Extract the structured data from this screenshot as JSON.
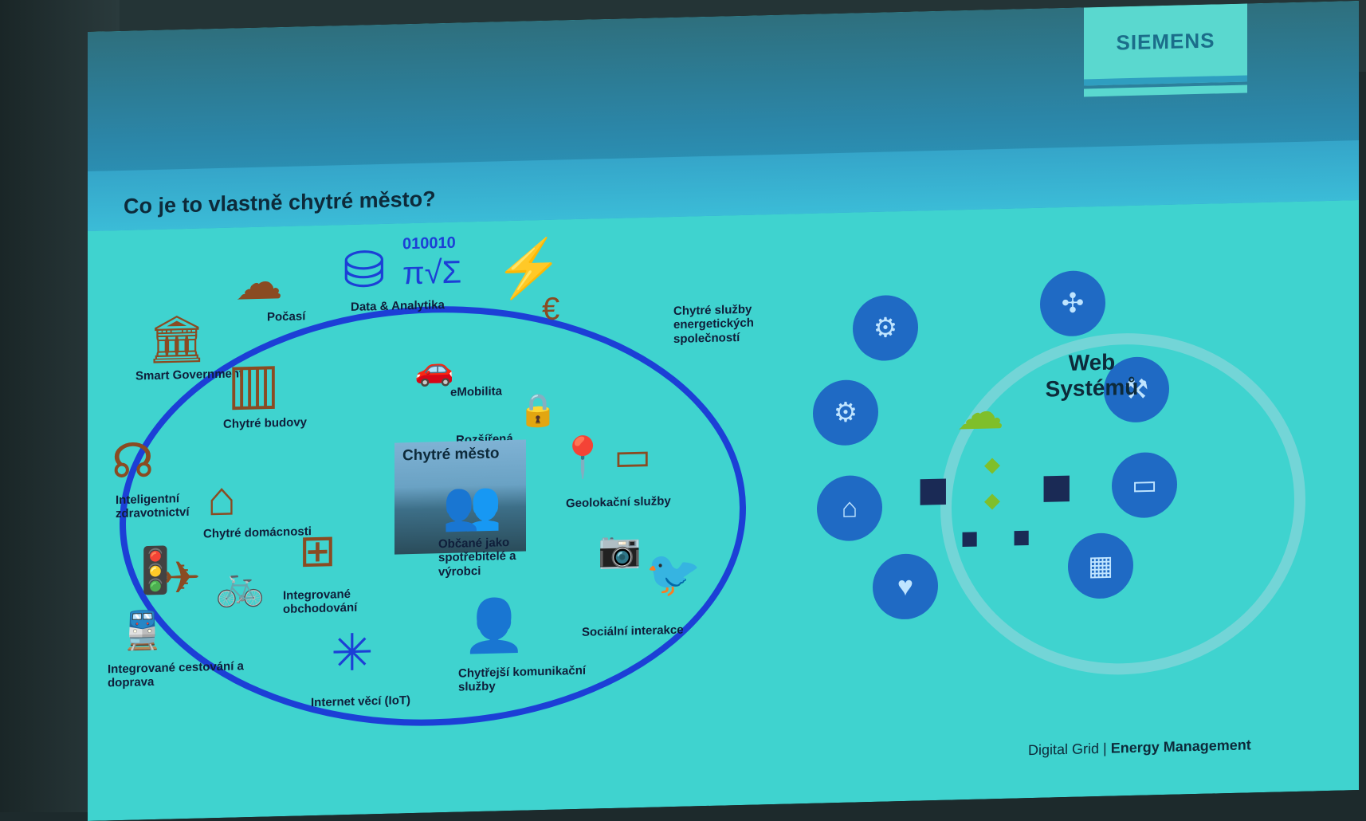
{
  "header": {
    "brand": "SIEMENS",
    "title": "Co je to vlastně chytré město?"
  },
  "center": {
    "label": "Chytré město"
  },
  "labels": {
    "weather": "Počasí",
    "data": "Data & Analytika",
    "binary": "010010",
    "energy": "Chytré služby energetických společností",
    "gov": "Smart Government",
    "buildings": "Chytré budovy",
    "emobility": "eMobilita",
    "security": "Rozšířená bezpečnost",
    "health": "Inteligentní zdravotnictví",
    "homes": "Chytré domácnosti",
    "geo": "Geolokační služby",
    "citizens": "Občané jako spotřebitelé a výrobci",
    "commerce": "Integrované obchodování",
    "travel": "Integrované cestování a doprava",
    "iot": "Internet věcí (IoT)",
    "comm": "Chytřejší komunikační služby",
    "social": "Sociální interakce"
  },
  "web": {
    "title_line1": "Web",
    "title_line2": "Systémů"
  },
  "footer": {
    "left": "Digital Grid",
    "right": "Energy Management"
  },
  "icons": [
    "sun-cloud-icon",
    "database-icon",
    "wind-turbine-icon",
    "bank-icon",
    "building-icon",
    "car-icon",
    "lock-icon",
    "stethoscope-icon",
    "house-icon",
    "location-pin-icon",
    "people-icon",
    "cash-register-icon",
    "traffic-light-icon",
    "airplane-icon",
    "bicycle-icon",
    "train-icon",
    "network-icon",
    "person-icon",
    "camera-icon",
    "bird-icon"
  ],
  "colors": {
    "slide": "#3fd3cf",
    "ring": "#1c3fd6",
    "icon": "#8a4b22",
    "node": "#1f6ac4"
  }
}
